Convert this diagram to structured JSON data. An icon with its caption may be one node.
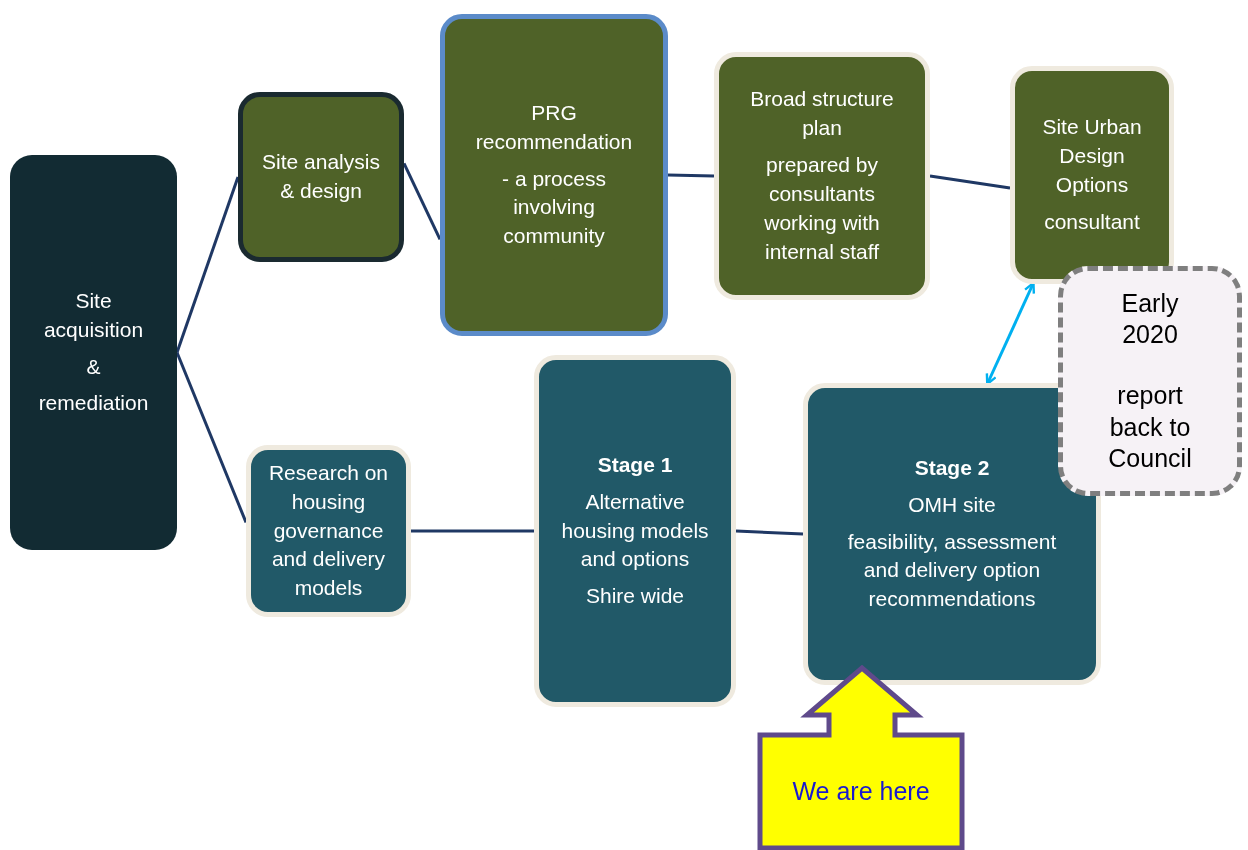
{
  "diagram": {
    "nodes": [
      {
        "text": [
          "Site acquisition",
          "&",
          "remediation"
        ]
      },
      {
        "text": [
          "Site analysis & design"
        ]
      },
      {
        "text": [
          "PRG recommendation",
          "- a process involving community"
        ]
      },
      {
        "text": [
          "Broad structure plan",
          "prepared by consultants working with internal staff"
        ]
      },
      {
        "text": [
          "Site Urban Design Options",
          "consultant"
        ]
      },
      {
        "text": [
          "Early 2020",
          "report back to Council"
        ]
      },
      {
        "text": [
          "Research on housing governance and delivery models"
        ]
      },
      {
        "text": [
          "Stage 1",
          "Alternative housing models and options",
          "Shire wide"
        ]
      },
      {
        "text": [
          "Stage 2",
          "OMH site",
          "feasibility, assessment and delivery option recommendations"
        ]
      },
      {
        "text": [
          "We are here"
        ]
      }
    ],
    "edges": [
      {
        "from": 0,
        "to": 1,
        "arrow": "none"
      },
      {
        "from": 0,
        "to": 6,
        "arrow": "none"
      },
      {
        "from": 1,
        "to": 2,
        "arrow": "none"
      },
      {
        "from": 2,
        "to": 3,
        "arrow": "none"
      },
      {
        "from": 3,
        "to": 4,
        "arrow": "none"
      },
      {
        "from": 6,
        "to": 7,
        "arrow": "none"
      },
      {
        "from": 7,
        "to": 8,
        "arrow": "none"
      },
      {
        "from": 4,
        "to": 8,
        "arrow": "both",
        "color": "#00b0f0"
      }
    ]
  }
}
